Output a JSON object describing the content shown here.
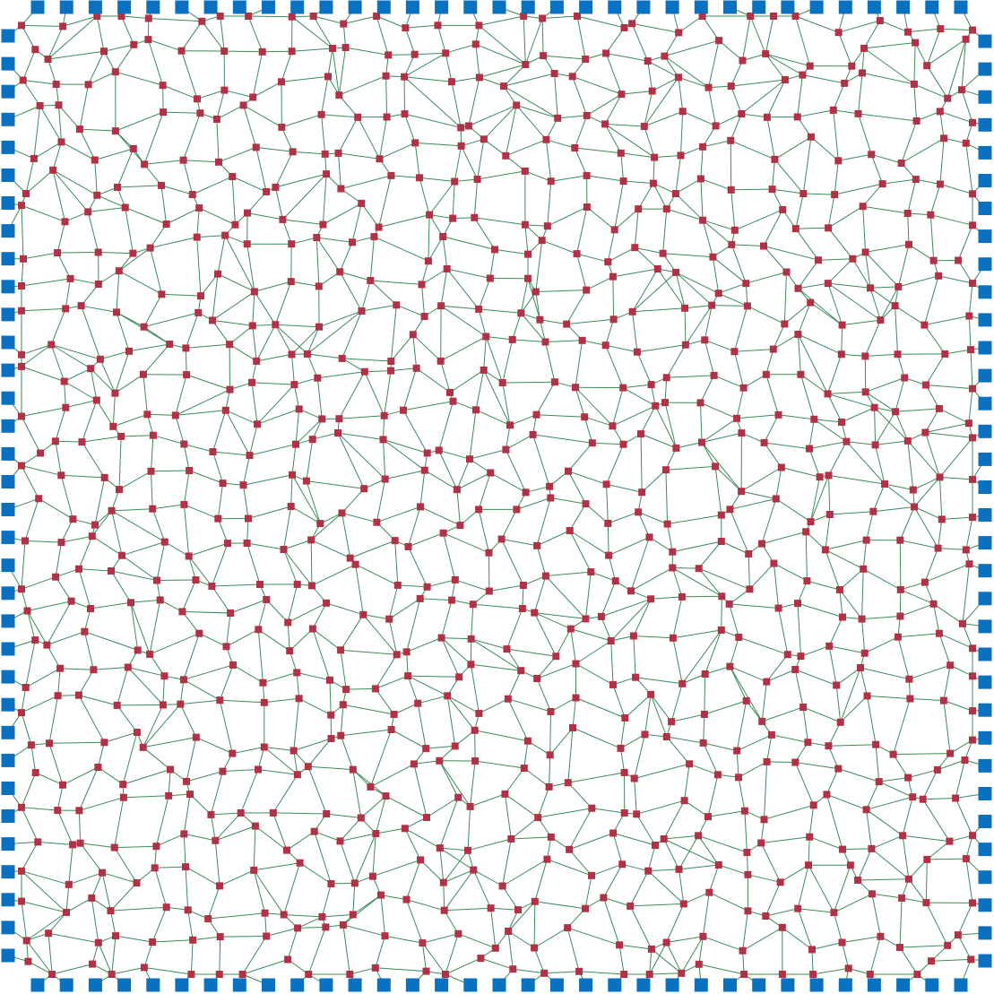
{
  "colors": {
    "background": "#ffffff",
    "border_node": "#0a70c0",
    "inner_node": "#b13246",
    "edge": "#3d8a5a"
  },
  "diagram": {
    "type": "planar-mesh-graph",
    "labels": "none",
    "boundary": {
      "top_nodes": 33,
      "bottom_nodes": 33,
      "left_nodes": 34,
      "right_nodes": 34
    },
    "interior": {
      "grid_cols": 30,
      "grid_rows": 30,
      "seed": 137
    }
  }
}
